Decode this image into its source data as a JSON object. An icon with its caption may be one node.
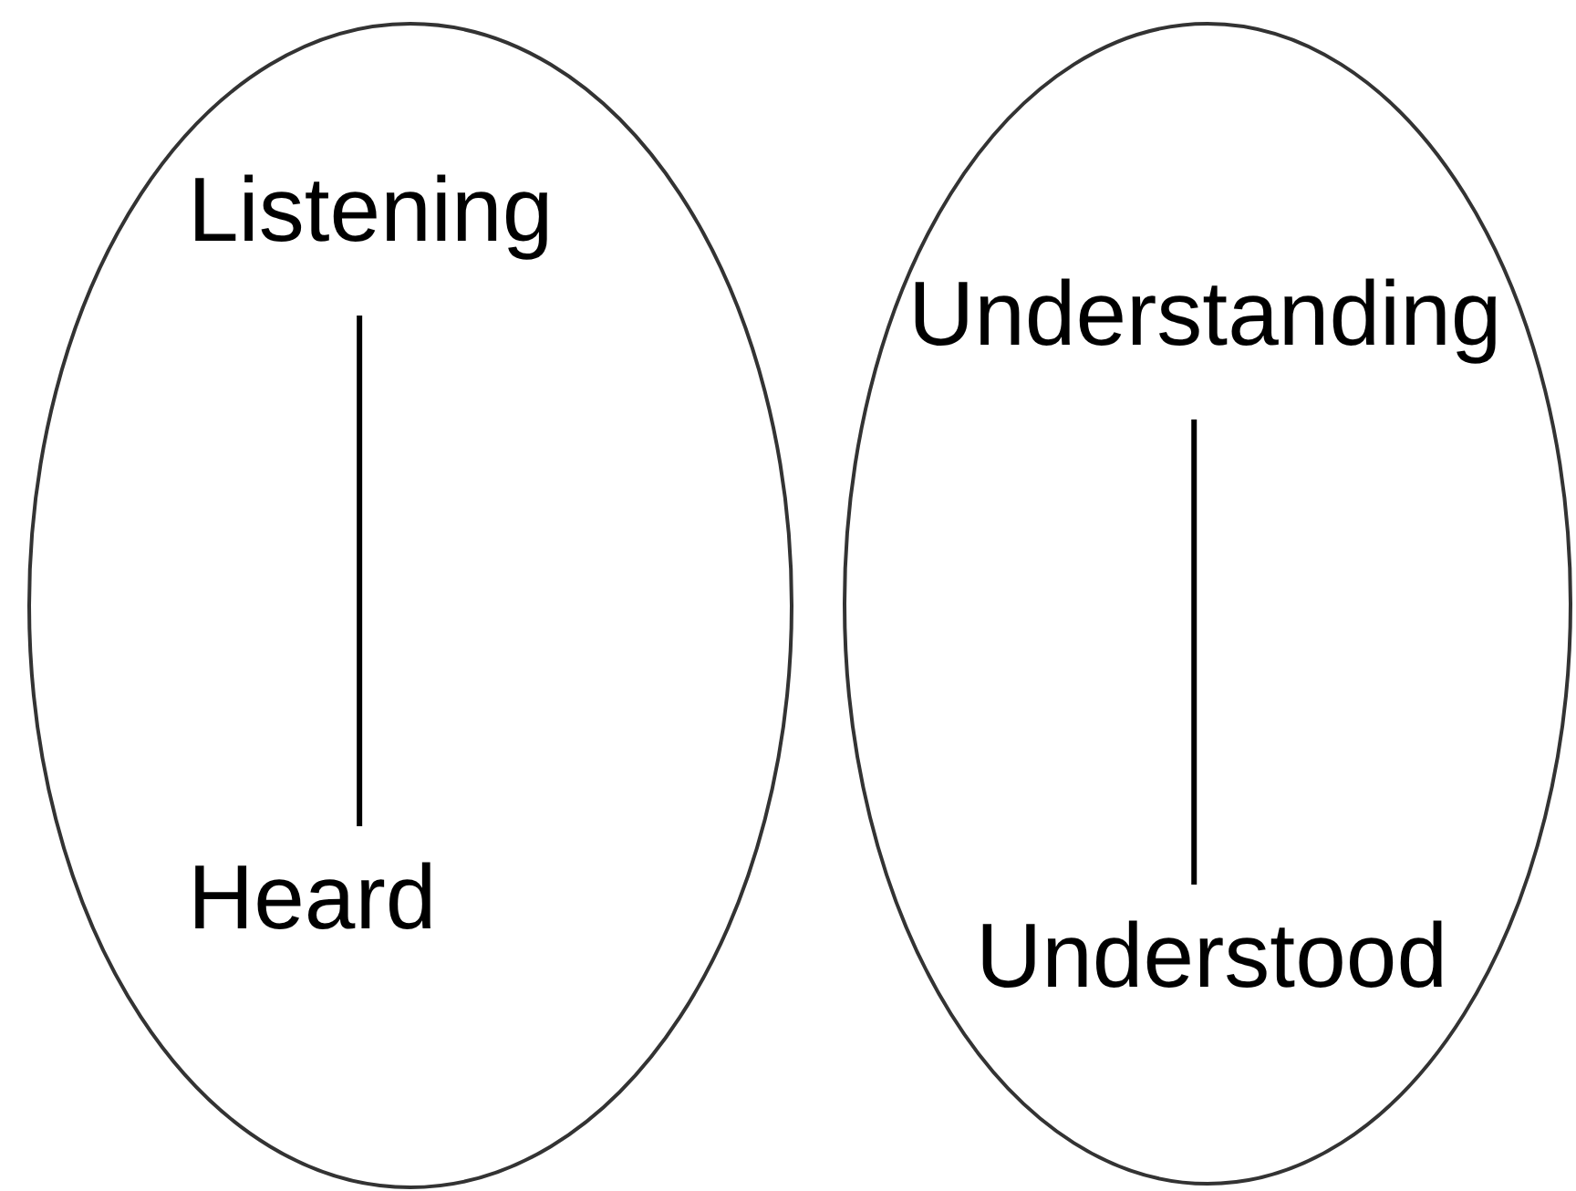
{
  "diagram": {
    "nodes": [
      {
        "text": [],
        "shape": "ellipse"
      },
      {
        "text": [
          "Listening"
        ],
        "in": 0
      },
      {
        "text": [
          "Heard"
        ],
        "in": 0
      },
      {
        "text": [],
        "shape": "ellipse"
      },
      {
        "text": [
          "Understanding"
        ],
        "in": 3
      },
      {
        "text": [
          "Understood"
        ],
        "in": 3
      }
    ],
    "edges": [
      {
        "from": 1,
        "to": 2,
        "arrow": "none"
      },
      {
        "from": 4,
        "to": 5,
        "arrow": "none"
      }
    ]
  }
}
